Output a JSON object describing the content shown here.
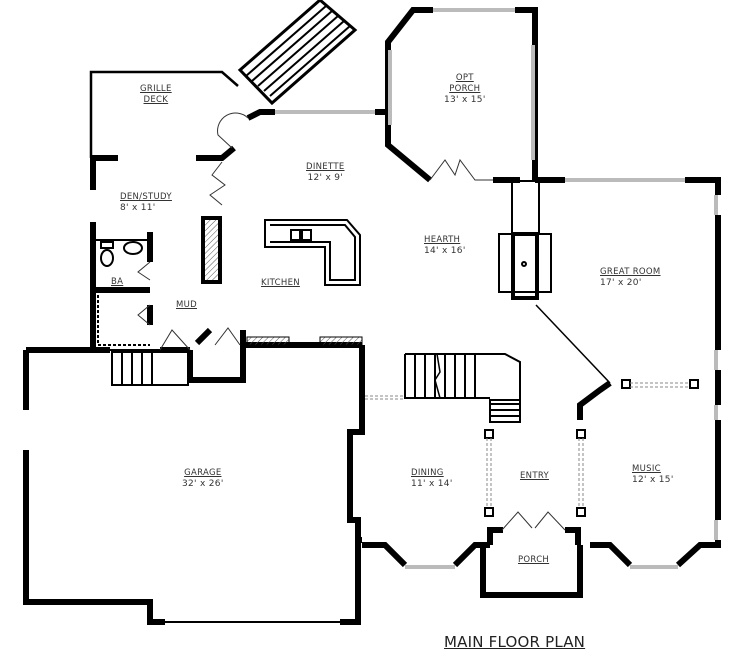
{
  "plan": {
    "title": "MAIN FLOOR PLAN",
    "colors": {
      "wall": "#000000",
      "line": "#222222",
      "window": "#bbbbbb",
      "background": "#ffffff",
      "text": "#333333"
    },
    "rooms": [
      {
        "id": "grille-deck",
        "name": "GRILLE",
        "name2": "DECK",
        "dims": ""
      },
      {
        "id": "opt-porch",
        "name": "OPT",
        "name2": "PORCH",
        "dims": "13' x 15'"
      },
      {
        "id": "den-study",
        "name": "DEN/STUDY",
        "dims": "8' x 11'"
      },
      {
        "id": "dinette",
        "name": "DINETTE",
        "dims": "12' x 9'"
      },
      {
        "id": "hearth",
        "name": "HEARTH",
        "dims": "14' x 16'"
      },
      {
        "id": "great-room",
        "name": "GREAT ROOM",
        "dims": "17' x 20'"
      },
      {
        "id": "kitchen",
        "name": "KITCHEN",
        "dims": ""
      },
      {
        "id": "ba",
        "name": "BA",
        "dims": ""
      },
      {
        "id": "mud",
        "name": "MUD",
        "dims": ""
      },
      {
        "id": "garage",
        "name": "GARAGE",
        "dims": "32' x 26'"
      },
      {
        "id": "dining",
        "name": "DINING",
        "dims": "11' x 14'"
      },
      {
        "id": "entry",
        "name": "ENTRY",
        "dims": ""
      },
      {
        "id": "music",
        "name": "MUSIC",
        "dims": "12' x 15'"
      },
      {
        "id": "porch",
        "name": "PORCH",
        "dims": ""
      }
    ]
  }
}
